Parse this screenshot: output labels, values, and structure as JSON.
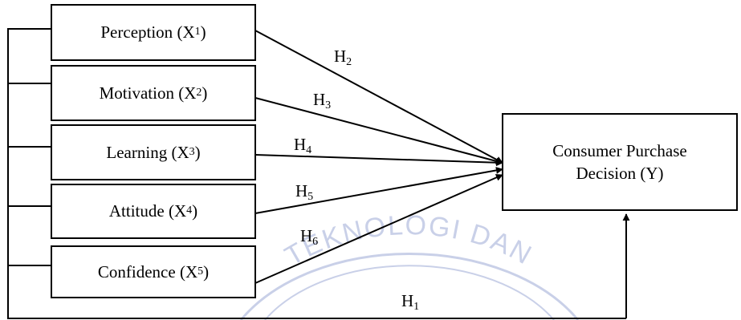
{
  "diagram": {
    "nodes": [
      {
        "id": "x1",
        "label": "Perception",
        "symbol": "X",
        "index": "1"
      },
      {
        "id": "x2",
        "label": "Motivation",
        "symbol": "X",
        "index": "2"
      },
      {
        "id": "x3",
        "label": "Learning",
        "symbol": "X",
        "index": "3"
      },
      {
        "id": "x4",
        "label": "Attitude",
        "symbol": "X",
        "index": "4"
      },
      {
        "id": "x5",
        "label": "Confidence",
        "symbol": "X",
        "index": "5"
      }
    ],
    "outcome": {
      "line1": "Consumer Purchase",
      "line2": "Decision (Y)"
    },
    "hypotheses": [
      {
        "id": "h1",
        "letter": "H",
        "index": "1"
      },
      {
        "id": "h2",
        "letter": "H",
        "index": "2"
      },
      {
        "id": "h3",
        "letter": "H",
        "index": "3"
      },
      {
        "id": "h4",
        "letter": "H",
        "index": "4"
      },
      {
        "id": "h5",
        "letter": "H",
        "index": "5"
      },
      {
        "id": "h6",
        "letter": "H",
        "index": "6"
      }
    ]
  },
  "watermark": {
    "text": "TEKNOLOGI DAN",
    "color": "#c9d0e8"
  },
  "colors": {
    "line": "#000000",
    "background": "#ffffff"
  }
}
